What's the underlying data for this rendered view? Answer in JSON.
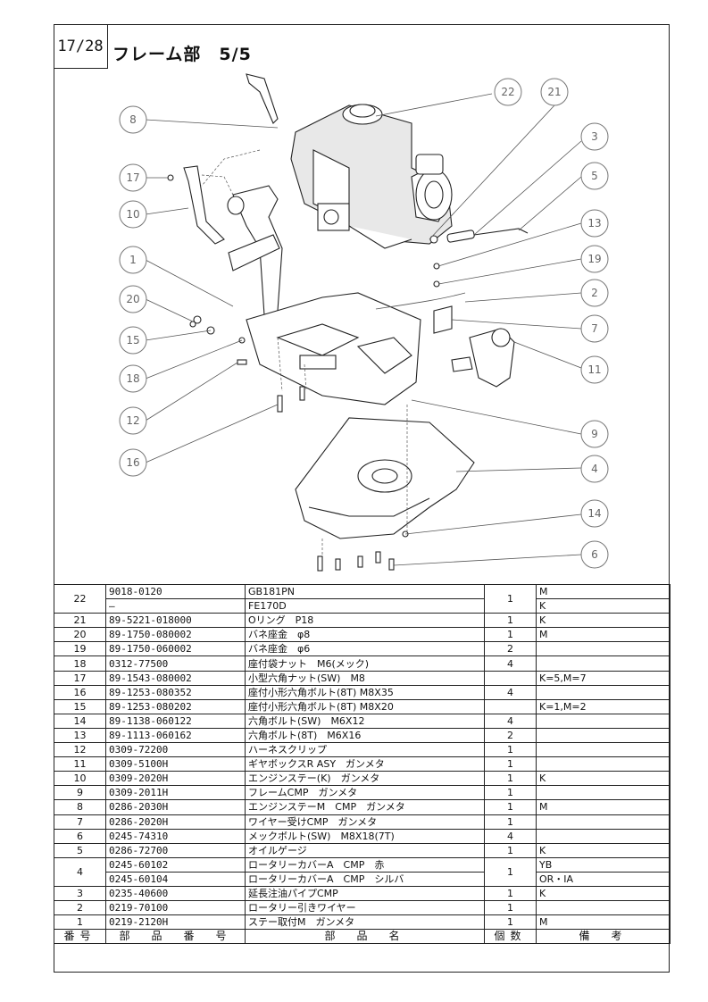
{
  "header": {
    "page_number": "17/28",
    "title": "フレーム部　5/5"
  },
  "balloons": [
    "22",
    "21",
    "3",
    "5",
    "13",
    "19",
    "2",
    "7",
    "11",
    "9",
    "4",
    "14",
    "6",
    "8",
    "17",
    "10",
    "1",
    "20",
    "15",
    "18",
    "12",
    "16"
  ],
  "table": {
    "headers": {
      "no": "番号",
      "part_number": "部　品　番　号",
      "part_name": "部　品　名",
      "qty": "個数",
      "remarks": "備　考"
    },
    "rows": [
      {
        "no": "22",
        "lines": [
          {
            "part_number": "9018-0120",
            "part_name": "GB181PN",
            "remarks": "M"
          },
          {
            "part_number": "–",
            "part_name": "FE170D",
            "remarks": "K"
          }
        ],
        "qty": "1"
      },
      {
        "no": "21",
        "part_number": "89-5221-018000",
        "part_name": "Oリング　P18",
        "qty": "1",
        "remarks": "K"
      },
      {
        "no": "20",
        "part_number": "89-1750-080002",
        "part_name": "バネ座金　φ8",
        "qty": "1",
        "remarks": "M"
      },
      {
        "no": "19",
        "part_number": "89-1750-060002",
        "part_name": "バネ座金　φ6",
        "qty": "2",
        "remarks": ""
      },
      {
        "no": "18",
        "part_number": "0312-77500",
        "part_name": "座付袋ナット　M6(メック)",
        "qty": "4",
        "remarks": ""
      },
      {
        "no": "17",
        "part_number": "89-1543-080002",
        "part_name": "小型六角ナット(SW)　M8",
        "qty": "",
        "remarks": "K=5,M=7"
      },
      {
        "no": "16",
        "part_number": "89-1253-080352",
        "part_name": "座付小形六角ボルト(8T) M8X35",
        "qty": "4",
        "remarks": ""
      },
      {
        "no": "15",
        "part_number": "89-1253-080202",
        "part_name": "座付小形六角ボルト(8T) M8X20",
        "qty": "",
        "remarks": "K=1,M=2"
      },
      {
        "no": "14",
        "part_number": "89-1138-060122",
        "part_name": "六角ボルト(SW)　M6X12",
        "qty": "4",
        "remarks": ""
      },
      {
        "no": "13",
        "part_number": "89-1113-060162",
        "part_name": "六角ボルト(8T)　M6X16",
        "qty": "2",
        "remarks": ""
      },
      {
        "no": "12",
        "part_number": "0309-72200",
        "part_name": "ハーネスクリップ",
        "qty": "1",
        "remarks": ""
      },
      {
        "no": "11",
        "part_number": "0309-5100H",
        "part_name": "ギヤボックスR ASY　ガンメタ",
        "qty": "1",
        "remarks": ""
      },
      {
        "no": "10",
        "part_number": "0309-2020H",
        "part_name": "エンジンステー(K)　ガンメタ",
        "qty": "1",
        "remarks": "K"
      },
      {
        "no": "9",
        "part_number": "0309-2011H",
        "part_name": "フレームCMP　ガンメタ",
        "qty": "1",
        "remarks": ""
      },
      {
        "no": "8",
        "part_number": "0286-2030H",
        "part_name": "エンジンステーM　CMP　ガンメタ",
        "qty": "1",
        "remarks": "M"
      },
      {
        "no": "7",
        "part_number": "0286-2020H",
        "part_name": "ワイヤー受けCMP　ガンメタ",
        "qty": "1",
        "remarks": ""
      },
      {
        "no": "6",
        "part_number": "0245-74310",
        "part_name": "メックボルト(SW)　M8X18(7T)",
        "qty": "4",
        "remarks": ""
      },
      {
        "no": "5",
        "part_number": "0286-72700",
        "part_name": "オイルゲージ",
        "qty": "1",
        "remarks": "K"
      },
      {
        "no": "4",
        "lines": [
          {
            "part_number": "0245-60102",
            "part_name": "ロータリーカバーA　CMP　赤",
            "remarks": "YB"
          },
          {
            "part_number": "0245-60104",
            "part_name": "ロータリーカバーA　CMP　シルバ",
            "remarks": "OR・IA"
          }
        ],
        "qty": "1"
      },
      {
        "no": "3",
        "part_number": "0235-40600",
        "part_name": "延長注油パイプCMP",
        "qty": "1",
        "remarks": "K"
      },
      {
        "no": "2",
        "part_number": "0219-70100",
        "part_name": "ロータリー引きワイヤー",
        "qty": "1",
        "remarks": ""
      },
      {
        "no": "1",
        "part_number": "0219-2120H",
        "part_name": "ステー取付M　ガンメタ",
        "qty": "1",
        "remarks": "M"
      }
    ]
  }
}
